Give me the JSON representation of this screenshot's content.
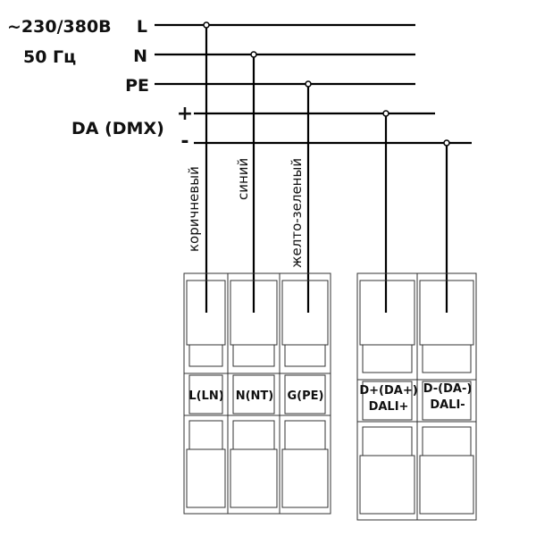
{
  "supply": {
    "voltage": "~230/380В",
    "frequency": "50 Гц"
  },
  "buses": [
    {
      "label": "L"
    },
    {
      "label": "N"
    },
    {
      "label": "PE"
    },
    {
      "label": "+"
    },
    {
      "label": "-"
    }
  ],
  "signal_label": "DA (DMX)",
  "wire_colors": [
    "коричневый",
    "синий",
    "желто-зеленый"
  ],
  "terminals": [
    {
      "label": "L(LN)"
    },
    {
      "label": "N(NT)"
    },
    {
      "label": "G(PE)"
    },
    {
      "line1": "D+(DA+)",
      "line2": "DALI+"
    },
    {
      "line1": "D-(DA-)",
      "line2": "DALI-"
    }
  ]
}
